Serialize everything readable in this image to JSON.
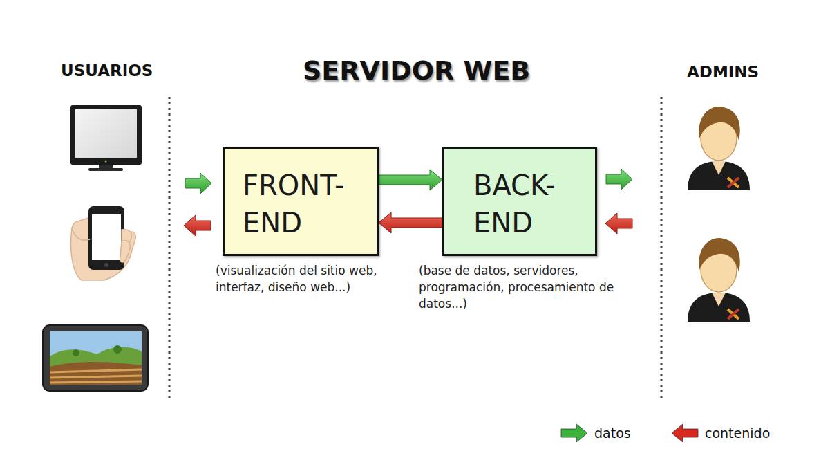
{
  "diagram": {
    "title": "SERVIDOR WEB",
    "nodes": [
      {
        "text": [
          "FRONT- END",
          "(visualización del sitio web, interfaz, diseño web...)"
        ]
      },
      {
        "text": [
          "BACK- END",
          "(base de datos, servidores, programación, procesamiento de datos...)"
        ]
      }
    ],
    "edges": [
      {
        "from": 0,
        "to": 1,
        "arrow": "to"
      },
      {
        "from": 1,
        "to": 0,
        "arrow": "to"
      }
    ],
    "labels": [
      "USUARIOS",
      "ADMINS"
    ],
    "legend": [
      {
        "text": "datos",
        "color": "#3cb43c"
      },
      {
        "text": "contenido",
        "color": "#d8281e"
      }
    ]
  }
}
